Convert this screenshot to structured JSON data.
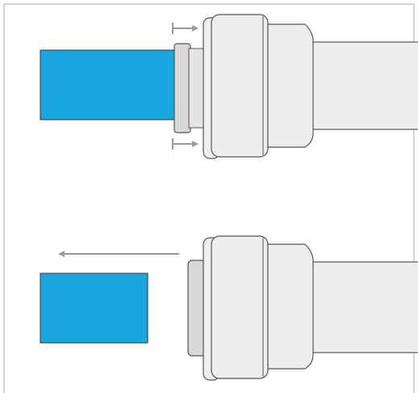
{
  "colors": {
    "background": "#ffffff",
    "frame": "#aaaaaa",
    "tube": "#1aa7e0",
    "tube_outline": "#333333",
    "fitting_fill": "#eeeeed",
    "fitting_outline": "#555555",
    "collet_fill": "#d8d8d8",
    "arrow": "#999999"
  },
  "panels": [
    {
      "name": "push-in-step",
      "arrows": [
        {
          "icon": "arrow-right-icon",
          "direction": "right"
        },
        {
          "icon": "arrow-right-icon",
          "direction": "right"
        }
      ]
    },
    {
      "name": "release-step",
      "arrows": [
        {
          "icon": "arrow-left-icon",
          "direction": "left"
        }
      ]
    }
  ]
}
